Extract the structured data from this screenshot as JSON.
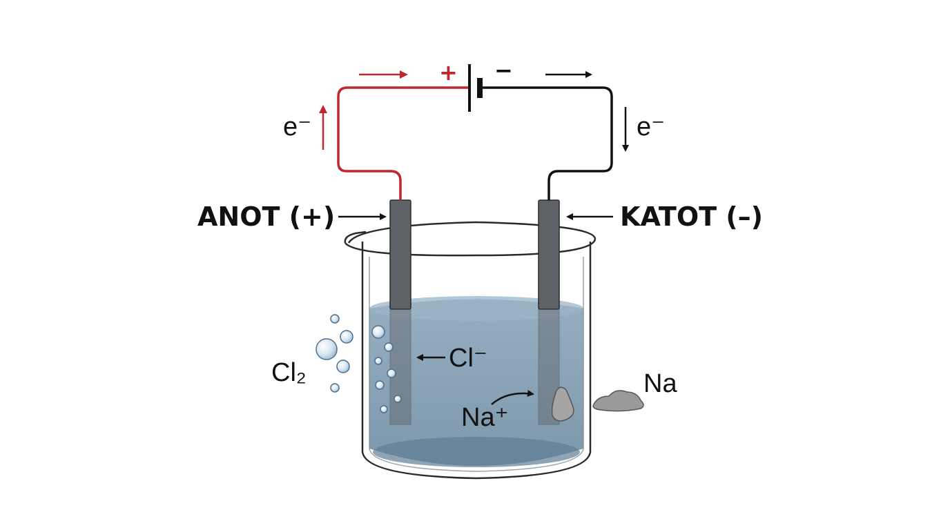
{
  "labels": {
    "anode": "ANOT (+)",
    "cathode": "KATOT (–)",
    "electron_left": "e⁻",
    "electron_right": "e⁻",
    "battery_plus": "+",
    "battery_minus": "−",
    "chlorine_ion": "Cl⁻",
    "sodium_ion": "Na⁺",
    "chlorine_gas": "Cl₂",
    "sodium_metal": "Na"
  },
  "colors": {
    "anode_wire": "#c0262d",
    "cathode_wire": "#111111",
    "electrode": "#5f6266",
    "electrolyte": "#7f9bb0",
    "glass_outline": "#2a2a2a",
    "bubble": "#8fb3d0",
    "sodium_deposit": "#9a9a9a"
  }
}
